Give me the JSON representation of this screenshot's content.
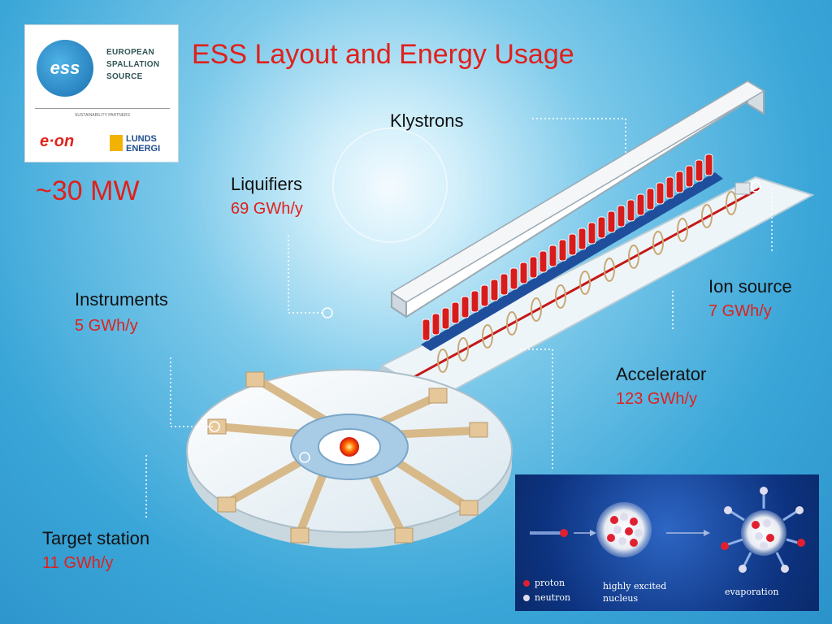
{
  "title": "ESS Layout and Energy Usage",
  "total_power": "~30 MW",
  "logo": {
    "abbr": "ess",
    "org_lines": [
      "EUROPEAN",
      "SPALLATION",
      "SOURCE"
    ],
    "partners_label": "SUSTAINABILITY PARTNERS",
    "partner_1": "e·on",
    "partner_2_lines": [
      "LUNDS",
      "ENERGI"
    ]
  },
  "components": {
    "klystrons": {
      "label": "Klystrons"
    },
    "liquifiers": {
      "label": "Liquifiers",
      "value": "69 GWh/y"
    },
    "instruments": {
      "label": "Instruments",
      "value": "5 GWh/y"
    },
    "ion_source": {
      "label": "Ion source",
      "value": "7 GWh/y"
    },
    "accelerator": {
      "label": "Accelerator",
      "value": "123 GWh/y"
    },
    "target_station": {
      "label": "Target station",
      "value": "11 GWh/y"
    }
  },
  "inset": {
    "legend_proton": "proton",
    "legend_neutron": "neutron",
    "nucleus_label_lines": [
      "highly excited",
      "nucleus"
    ],
    "evaporation_label": "evaporation"
  },
  "colors": {
    "title_red": "#e0201b",
    "klystron_red": "#d81c1c",
    "accelerator_blue": "#1f4f9c",
    "background_blue": "#3aa6d8"
  }
}
